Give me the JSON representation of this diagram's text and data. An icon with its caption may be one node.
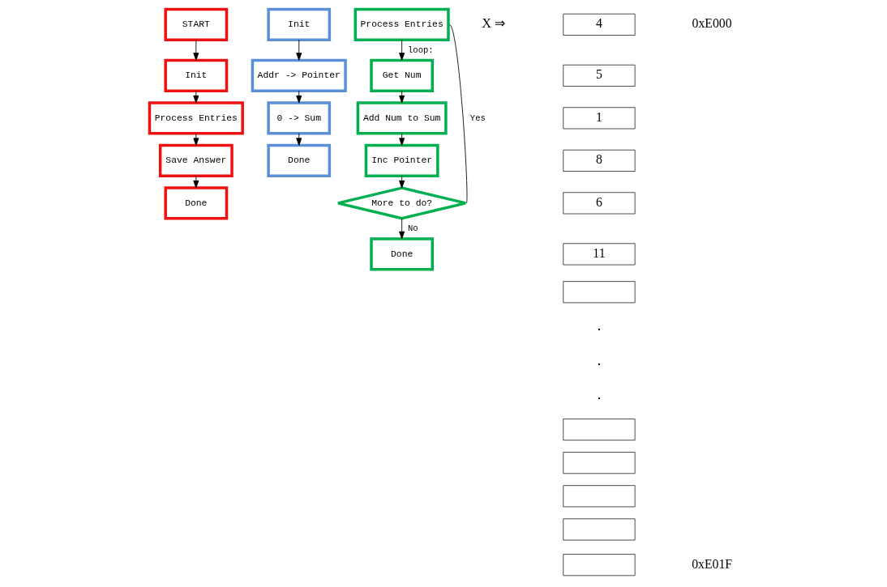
{
  "diagram": {
    "nodes": [
      {
        "text": [
          "START"
        ]
      },
      {
        "text": [
          "Init"
        ]
      },
      {
        "text": [
          "Process Entries"
        ]
      },
      {
        "text": [
          "Save Answer"
        ]
      },
      {
        "text": [
          "Done"
        ]
      },
      {
        "text": [
          "Init"
        ]
      },
      {
        "text": [
          "Addr -> Pointer"
        ]
      },
      {
        "text": [
          "0 -> Sum"
        ]
      },
      {
        "text": [
          "Done"
        ]
      },
      {
        "text": [
          "Process Entries"
        ]
      },
      {
        "text": [
          "Get Num"
        ]
      },
      {
        "text": [
          "Add Num to Sum"
        ]
      },
      {
        "text": [
          "Inc Pointer"
        ]
      },
      {
        "text": [
          "More to do?"
        ]
      },
      {
        "text": [
          "Done"
        ]
      },
      {
        "text": [
          "4"
        ]
      },
      {
        "text": [
          "5"
        ]
      },
      {
        "text": [
          "1"
        ]
      },
      {
        "text": [
          "8"
        ]
      },
      {
        "text": [
          "6"
        ]
      },
      {
        "text": [
          "11"
        ]
      },
      {
        "text": [],
        "shape": "box"
      },
      {
        "text": [],
        "shape": "box"
      },
      {
        "text": [],
        "shape": "box"
      },
      {
        "text": [],
        "shape": "box"
      },
      {
        "text": [],
        "shape": "box"
      },
      {
        "text": [],
        "shape": "box"
      }
    ],
    "edges": [
      {
        "from": 0,
        "to": 1,
        "arrow": "to"
      },
      {
        "from": 1,
        "to": 2,
        "arrow": "to"
      },
      {
        "from": 2,
        "to": 3,
        "arrow": "to"
      },
      {
        "from": 3,
        "to": 4,
        "arrow": "to"
      },
      {
        "from": 5,
        "to": 6,
        "arrow": "to"
      },
      {
        "from": 6,
        "to": 7,
        "arrow": "to"
      },
      {
        "from": 7,
        "to": 8,
        "arrow": "to"
      },
      {
        "from": 9,
        "to": 10,
        "arrow": "to",
        "label": "loop:"
      },
      {
        "from": 10,
        "to": 11,
        "arrow": "to"
      },
      {
        "from": 11,
        "to": 12,
        "arrow": "to"
      },
      {
        "from": 12,
        "to": 13,
        "arrow": "to"
      },
      {
        "from": 13,
        "to": 9,
        "arrow": "none",
        "label": "Yes"
      },
      {
        "from": 13,
        "to": 14,
        "arrow": "to",
        "label": "No"
      }
    ],
    "labels": [
      "X ⇒",
      "0xE000",
      ".",
      ".",
      ".",
      "0xE01F"
    ]
  }
}
